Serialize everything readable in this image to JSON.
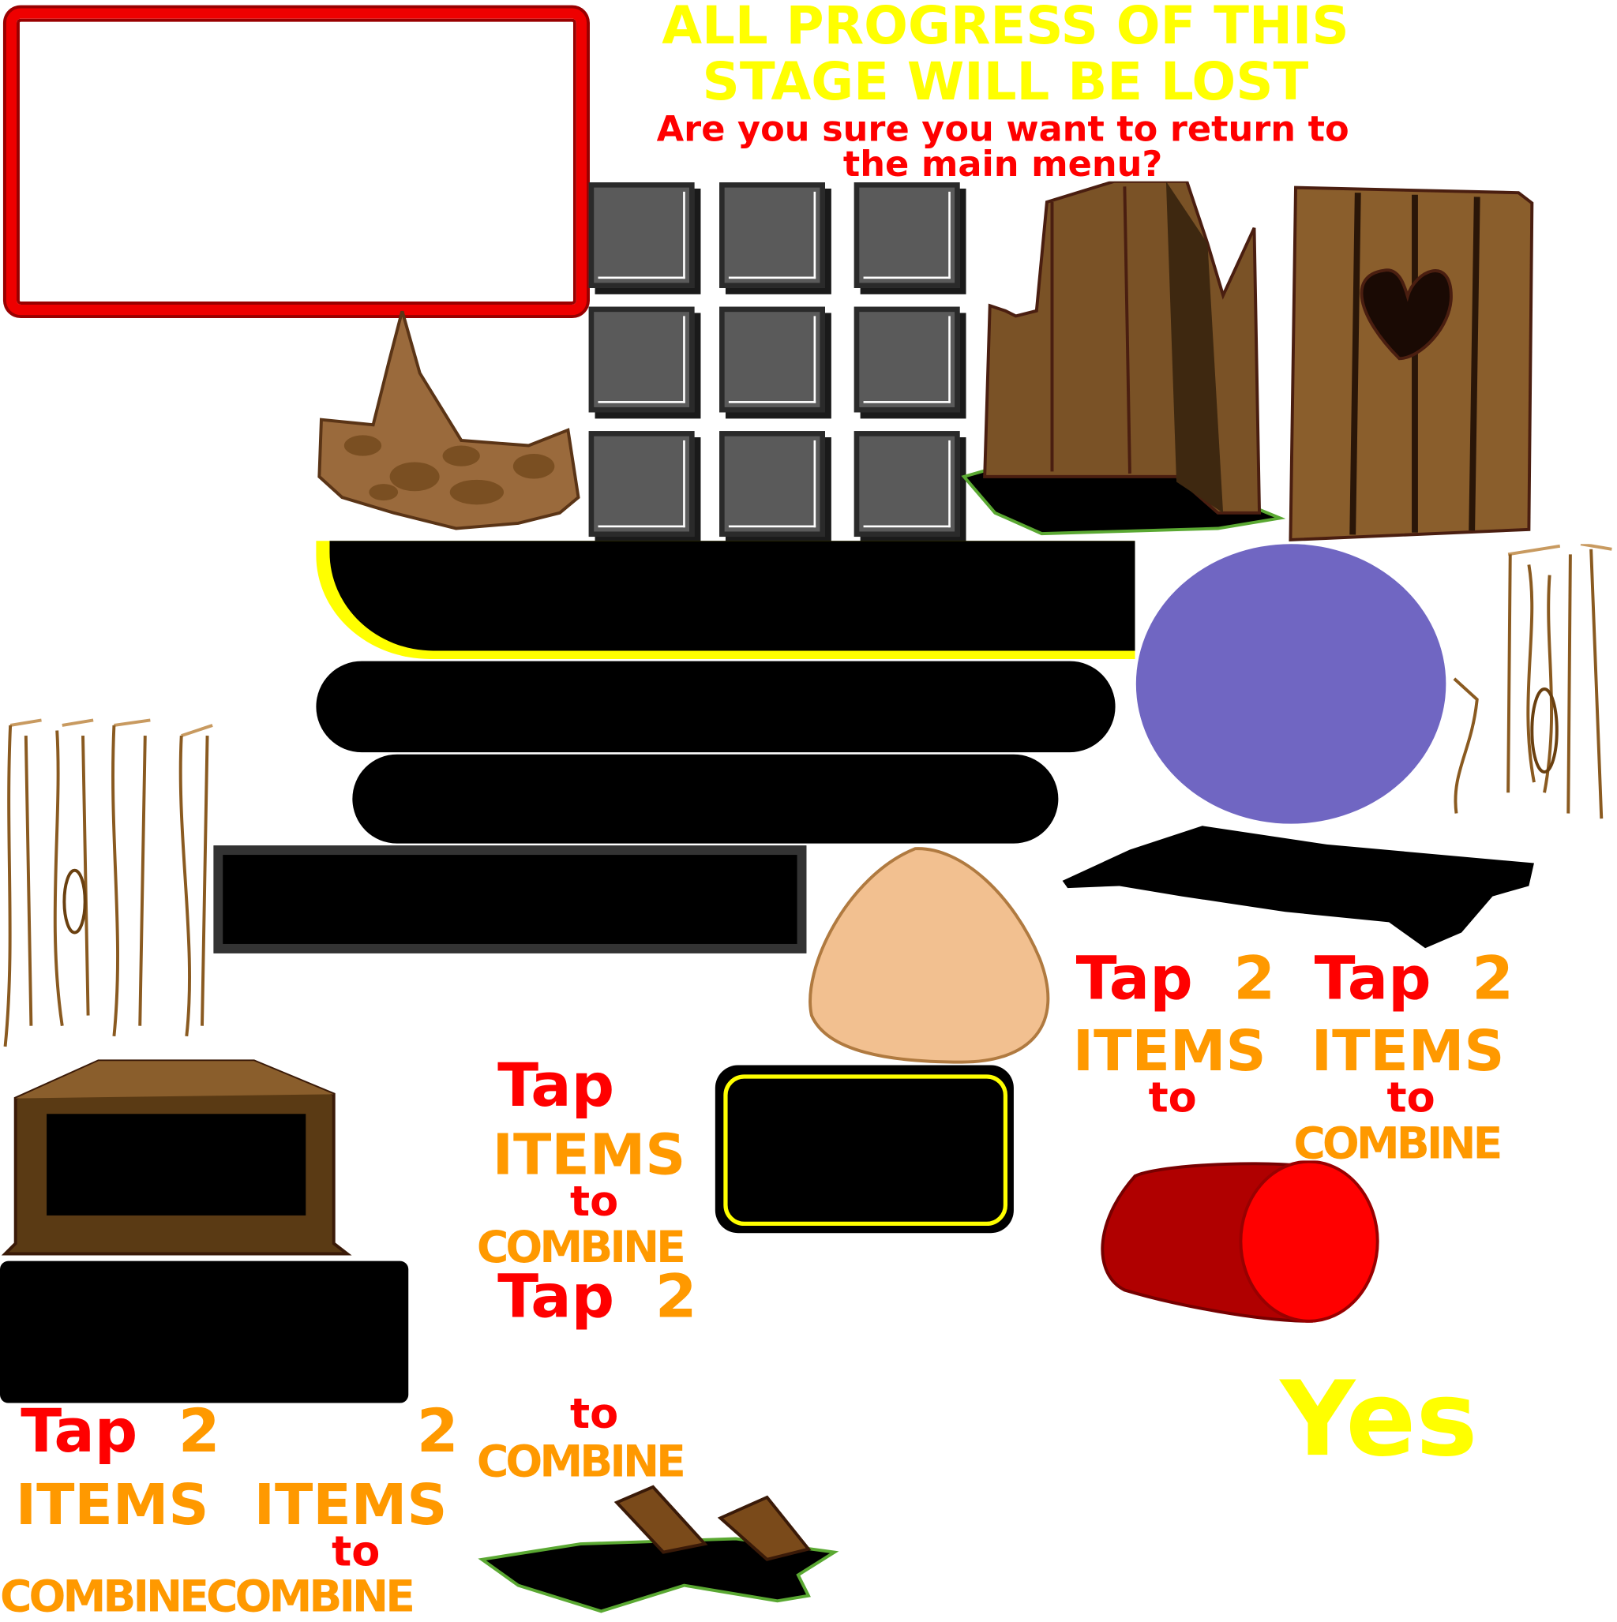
{
  "warning": {
    "title_line1": "ALL PROGRESS OF THIS",
    "title_line2": "STAGE WILL BE LOST",
    "question_line1": "Are you sure you want to return to",
    "question_line2": "the main menu?"
  },
  "confirm": {
    "yes_label": "Yes"
  },
  "hints": {
    "tap": "Tap",
    "two": "2",
    "items": "ITEMS",
    "to": "to",
    "combine": "COMBINE",
    "combine_double": "COMBINECOMBINE"
  },
  "colors": {
    "yellow": "#ffff00",
    "red": "#ff0000",
    "orange": "#ff9900",
    "purple": "#7066c2",
    "skin": "#f2c090",
    "wood": "#7a5226"
  }
}
